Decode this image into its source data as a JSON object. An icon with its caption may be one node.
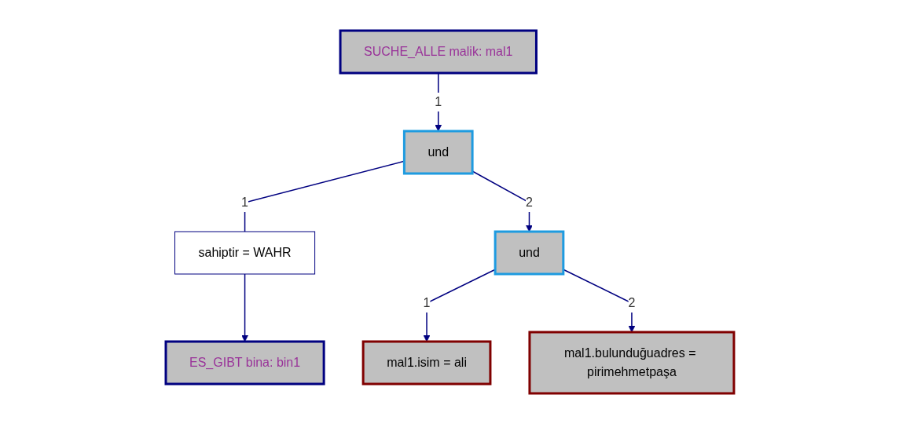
{
  "diagram": {
    "nodes": [
      {
        "text": [
          "SUCHE_ALLE malik: mal1"
        ]
      },
      {
        "text": [
          "und"
        ]
      },
      {
        "text": [
          "sahiptir = WAHR"
        ]
      },
      {
        "text": [
          "ES_GIBT bina: bin1"
        ]
      },
      {
        "text": [
          "und"
        ]
      },
      {
        "text": [
          "mal1.isim = ali"
        ]
      },
      {
        "text": [
          "mal1.bulunduğuadres = pirimehmetpaşa"
        ]
      }
    ],
    "edges": [
      {
        "from": 0,
        "to": 1,
        "arrow": "to",
        "label": "1"
      },
      {
        "from": 1,
        "to": 2,
        "arrow": "none",
        "label": "1"
      },
      {
        "from": 2,
        "to": 3,
        "arrow": "to"
      },
      {
        "from": 1,
        "to": 4,
        "arrow": "to",
        "label": "2"
      },
      {
        "from": 4,
        "to": 5,
        "arrow": "to",
        "label": "1"
      },
      {
        "from": 4,
        "to": 6,
        "arrow": "to",
        "label": "2"
      }
    ]
  }
}
